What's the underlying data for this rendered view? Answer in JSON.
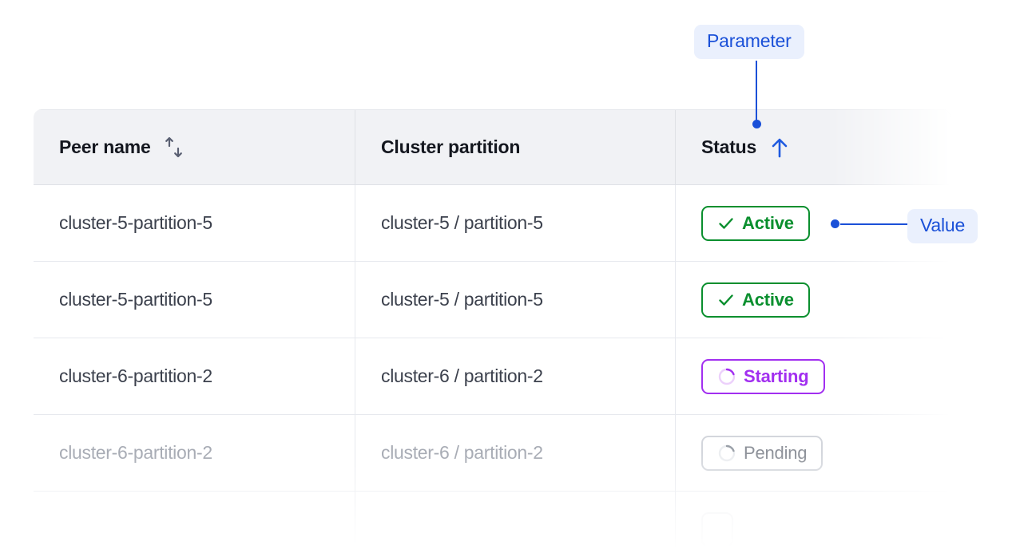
{
  "table": {
    "columns": [
      {
        "label": "Peer name",
        "sort_icon": "sort-updown-icon",
        "sort_state": "none"
      },
      {
        "label": "Cluster partition",
        "sort_icon": null,
        "sort_state": "none"
      },
      {
        "label": "Status",
        "sort_icon": "arrow-up-icon",
        "sort_state": "ascending"
      }
    ],
    "rows": [
      {
        "peer_name": "cluster-5-partition-5",
        "cluster_partition": "cluster-5 / partition-5",
        "status": "Active",
        "status_kind": "active",
        "dimmed": false
      },
      {
        "peer_name": "cluster-5-partition-5",
        "cluster_partition": "cluster-5 / partition-5",
        "status": "Active",
        "status_kind": "active",
        "dimmed": false
      },
      {
        "peer_name": "cluster-6-partition-2",
        "cluster_partition": "cluster-6 / partition-2",
        "status": "Starting",
        "status_kind": "starting",
        "dimmed": false
      },
      {
        "peer_name": "cluster-6-partition-2",
        "cluster_partition": "cluster-6 / partition-2",
        "status": "Pending",
        "status_kind": "pending",
        "dimmed": true
      },
      {
        "peer_name": "",
        "cluster_partition": "",
        "status": "",
        "status_kind": "ghost",
        "dimmed": true
      }
    ]
  },
  "annotations": {
    "parameter": {
      "label": "Parameter",
      "points_to": "status-column-header"
    },
    "value": {
      "label": "Value",
      "points_to": "status-badge-row-1"
    }
  },
  "colors": {
    "accent_blue": "#1a50d8",
    "annotation_bg": "#eaf0fd",
    "status_active": "#0a8f2e",
    "status_starting": "#a22ff0",
    "status_pending": "#8d9199",
    "header_bg": "#f1f2f5",
    "text_primary": "#14171f",
    "text_body": "#3c414d",
    "text_dim": "#a7abb4",
    "border": "#e7e9ee"
  }
}
